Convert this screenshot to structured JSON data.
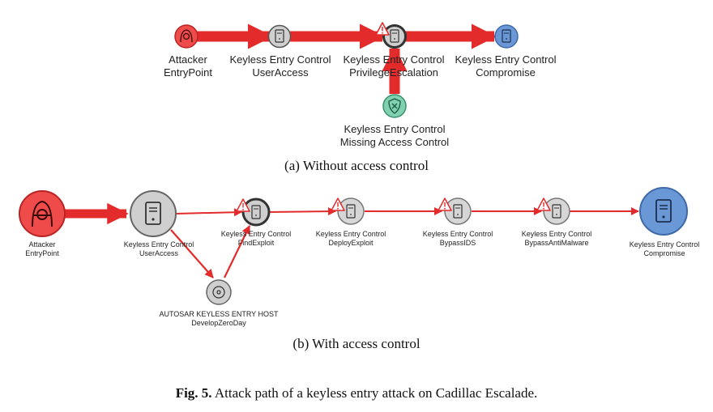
{
  "panel_a": {
    "caption": "(a)  Without access control",
    "nodes": {
      "attacker": [
        "Attacker",
        "EntryPoint"
      ],
      "useraccess": [
        "Keyless Entry Control",
        "UserAccess"
      ],
      "privesc": [
        "Keyless Entry Control",
        "PrivilegeEscalation"
      ],
      "compromise": [
        "Keyless Entry Control",
        "Compromise"
      ],
      "missing": [
        "Keyless Entry Control",
        "Missing Access Control"
      ]
    }
  },
  "panel_b": {
    "caption": "(b)  With access control",
    "nodes": {
      "attacker": [
        "Attacker",
        "EntryPoint"
      ],
      "useraccess": [
        "Keyless Entry Control",
        "UserAccess"
      ],
      "findexploit": [
        "Keyless Entry Control",
        "FindExploit"
      ],
      "deployexploit": [
        "Keyless Entry Control",
        "DeployExploit"
      ],
      "bypassids": [
        "Keyless Entry Control",
        "BypassIDS"
      ],
      "bypassantimalware": [
        "Keyless Entry Control",
        "BypassAntiMalware"
      ],
      "compromise": [
        "Keyless Entry Control",
        "Compromise"
      ],
      "zeroday": [
        "AUTOSAR KEYLESS ENTRY HOST",
        "DevelopZeroDay"
      ]
    }
  },
  "figure_caption": {
    "label": "Fig. 5.",
    "text": " Attack path of a keyless entry attack on Cadillac Escalade."
  },
  "colors": {
    "attack_red": "#e32b2b",
    "attacker_fill": "#ef4b4b",
    "server_gray": "#cfcfcf",
    "compromise_blue": "#6a97d6",
    "control_green": "#7fd1b0"
  }
}
